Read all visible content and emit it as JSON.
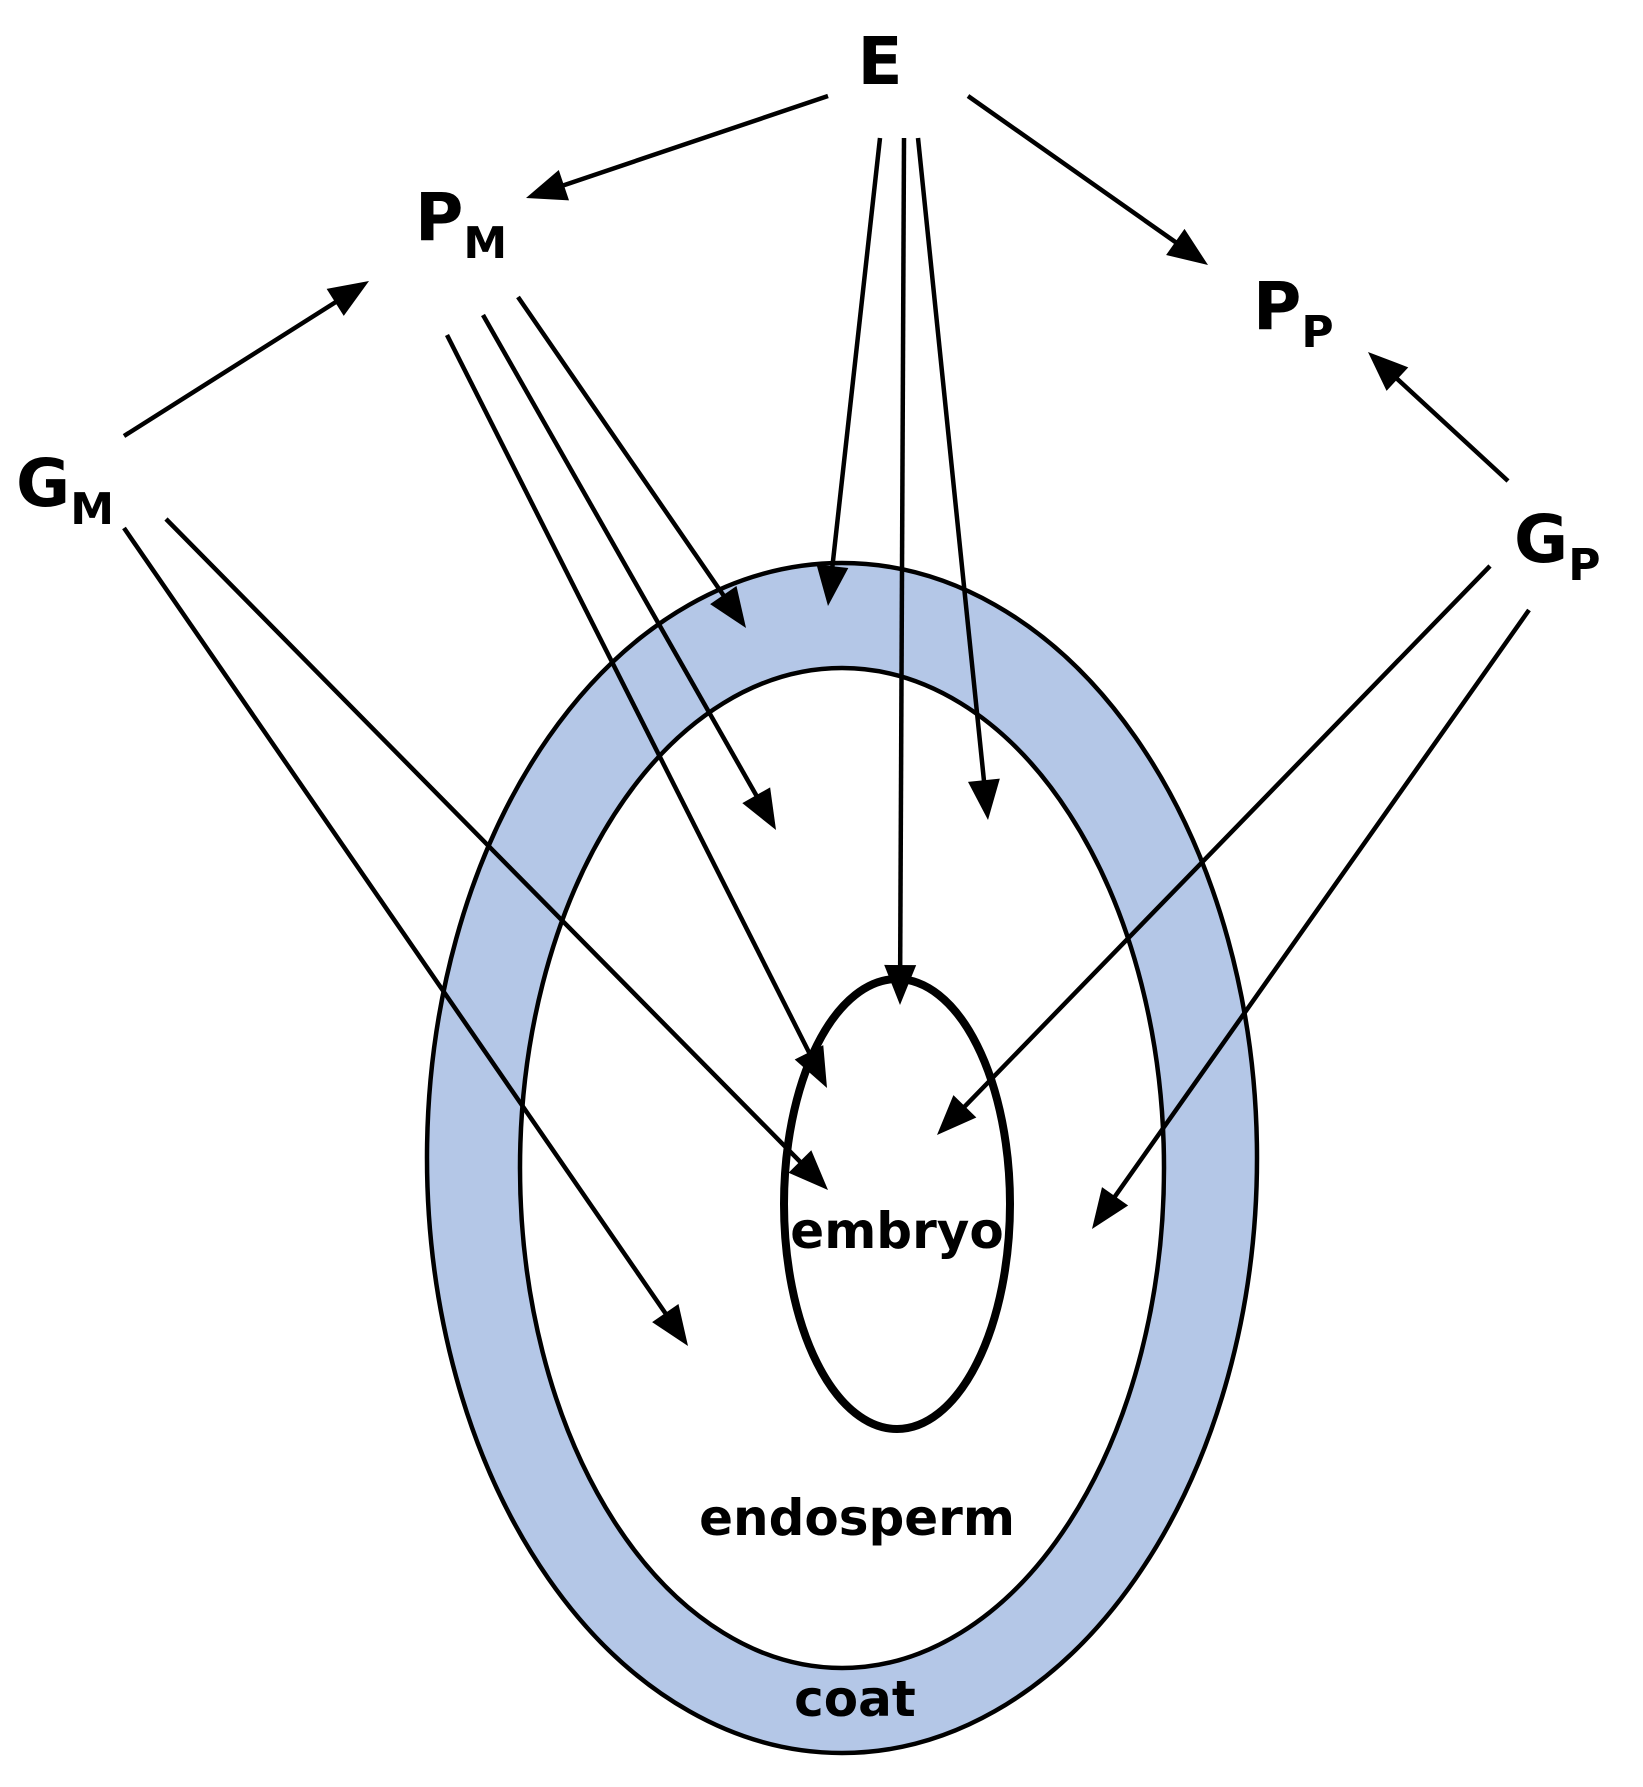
{
  "nodes": {
    "E": {
      "main": "E"
    },
    "PM": {
      "main": "P",
      "sub": "M"
    },
    "PP": {
      "main": "P",
      "sub": "P"
    },
    "GM": {
      "main": "G",
      "sub": "M"
    },
    "GP": {
      "main": "G",
      "sub": "P"
    }
  },
  "regions": {
    "embryo": "embryo",
    "endosperm": "endosperm",
    "coat": "coat"
  },
  "colors": {
    "coat_fill": "#b4c7e7",
    "stroke": "#000000",
    "background": "#ffffff"
  },
  "edges": [
    {
      "from": "E",
      "to": "PM"
    },
    {
      "from": "E",
      "to": "PP"
    },
    {
      "from": "E",
      "to": "coat"
    },
    {
      "from": "E",
      "to": "embryo"
    },
    {
      "from": "E",
      "to": "endosperm"
    },
    {
      "from": "GM",
      "to": "PM"
    },
    {
      "from": "GP",
      "to": "PP"
    },
    {
      "from": "PM",
      "to": "coat"
    },
    {
      "from": "PM",
      "to": "endosperm"
    },
    {
      "from": "PM",
      "to": "embryo"
    },
    {
      "from": "GM",
      "to": "embryo"
    },
    {
      "from": "GM",
      "to": "endosperm"
    },
    {
      "from": "GP",
      "to": "embryo"
    },
    {
      "from": "GP",
      "to": "endosperm"
    }
  ]
}
